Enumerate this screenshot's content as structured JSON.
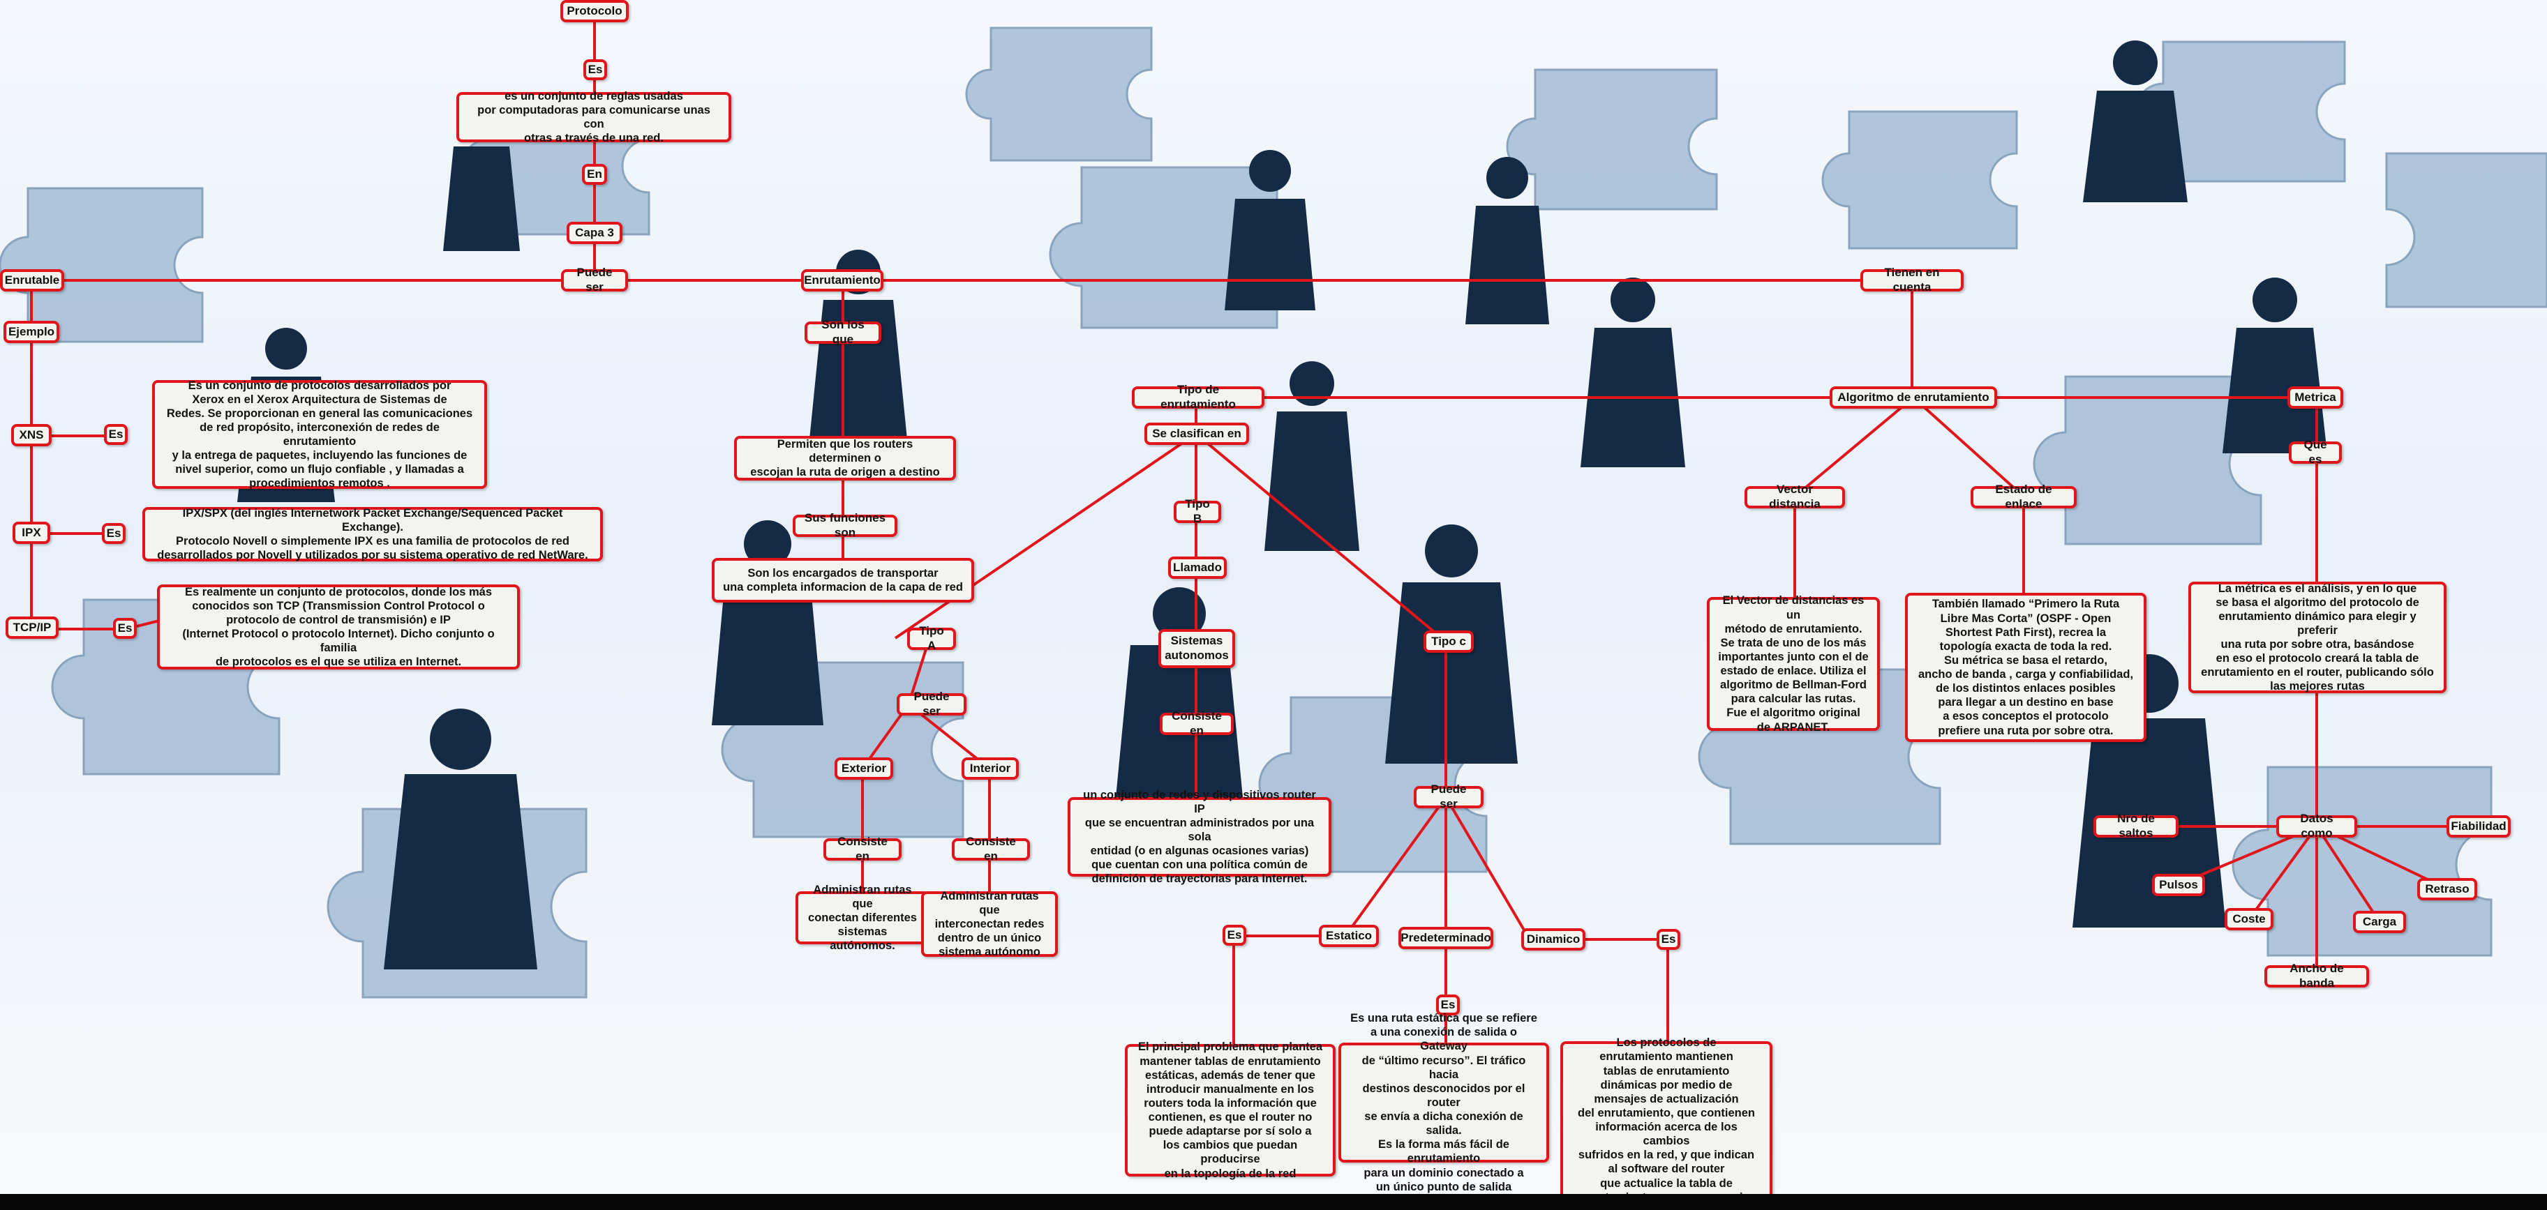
{
  "colors": {
    "accent": "#e0161c",
    "node_bg": "#f3f3ef",
    "silhouette": "#152a44",
    "puzzle": "#9db6cf"
  },
  "nodes": {
    "protocolo": "Protocolo",
    "es_top": "Es",
    "def_protocolo": "es un conjunto de reglas usadas\npor computadoras para comunicarse unas con\notras a través de una red.",
    "en": "En",
    "capa3": "Capa 3",
    "puede_ser": "Puede ser",
    "enrutable": "Enrutable",
    "enrutamiento": "Enrutamiento",
    "tienen_cuenta": "Tienen en cuenta",
    "ejemplo": "Ejemplo",
    "xns": "XNS",
    "es_xns": "Es",
    "def_xns": "Es un conjunto de protocolos desarrollados por\nXerox en el Xerox Arquitectura de Sistemas de\nRedes. Se proporcionan en general las comunicaciones\nde red propósito, interconexión de redes de enrutamiento\ny la entrega de paquetes, incluyendo las funciones de\nnivel superior, como un flujo confiable , y llamadas a\nprocedimientos remotos .",
    "ipx": "IPX",
    "es_ipx": "Es",
    "def_ipx": "IPX/SPX (del inglés Internetwork Packet Exchange/Sequenced Packet Exchange).\nProtocolo Novell o simplemente IPX es una familia de protocolos de red\ndesarrollados por Novell y utilizados por su sistema operativo de red NetWare.",
    "tcpip": "TCP/IP",
    "es_tcp": "Es",
    "def_tcp": "Es realmente un conjunto de protocolos, donde los más\nconocidos son TCP (Transmission Control Protocol o\nprotocolo de control de transmisión) e IP\n(Internet Protocol o protocolo Internet). Dicho conjunto o familia\nde protocolos es el que se utiliza en Internet.",
    "son_los_que": "Son los que",
    "def_routers": "Permiten que los routers determinen o\nescojan la ruta  de origen a destino",
    "sus_funciones": "Sus funciones son",
    "def_funciones": "Son los encargados de transportar\nuna completa informacion de la capa de red",
    "tipo_enrutamiento": "Tipo de enrutamiento",
    "se_clasifican": "Se clasifican en",
    "tipo_b": "Tipo B",
    "llamado": "Llamado",
    "sistemas_autonomos": "Sistemas\nautonomos",
    "consiste_b": "Consiste en",
    "def_b": "un conjunto de redes y dispositivos router IP\nque se encuentran administrados por una sola\nentidad (o en algunas ocasiones varias)\nque cuentan con una política común de\ndefinición de trayectorias para Internet.",
    "tipo_a": "Tipo A",
    "puede_ser_a": "Puede ser",
    "exterior": "Exterior",
    "interior": "Interior",
    "consiste_ext": "Consiste en",
    "consiste_int": "Consiste en",
    "def_ext": "Administran rutas que\nconectan diferentes\nsistemas autónomos.",
    "def_int": "Administran rutas que\ninterconectan redes\ndentro de un único\nsistema autónomo",
    "tipo_c": "Tipo c",
    "puede_ser_c": "Puede ser",
    "estatico": "Estatico",
    "predeterminado": "Predeterminado",
    "dinamico": "Dinamico",
    "es_est": "Es",
    "es_pred": "Es",
    "es_din": "Es",
    "def_est": "El principal problema que plantea\nmantener tablas de enrutamiento\nestáticas, además de tener que\nintroducir manualmente en los\nrouters toda la información que\ncontienen, es que el router no\npuede adaptarse por sí solo a\nlos cambios que puedan producirse\nen la topología de la red",
    "def_pred": "Es una ruta estática que se refiere\na una conexión de salida o Gateway\nde “último recurso”. El tráfico hacia\ndestinos desconocidos por el router\nse envía a dicha conexión de salida.\nEs la forma más fácil de enrutamiento\npara un dominio conectado a\nun único punto de salida",
    "def_din": "Los protocolos de\nenrutamiento mantienen\ntablas de enrutamiento\ndinámicas por medio de\nmensajes de actualización\ndel enrutamiento, que contienen\ninformación acerca de los cambios\nsufridos en la red, y que indican\nal software del router\nque actualice la tabla de\nenrutamiento en consecuencia.",
    "algoritmo": "Algoritmo de enrutamiento",
    "vector_distancia": "Vector distancia",
    "estado_enlace": "Estado de enlace",
    "def_vector": "El Vector de distancias es un\nmétodo de enrutamiento.\nSe trata de uno de los más\nimportantes junto con el de\nestado de enlace. Utiliza el\nalgoritmo de Bellman-Ford\npara calcular las rutas.\nFue el algoritmo original\nde ARPANET.",
    "def_estado": "También llamado “Primero la Ruta\nLibre Mas Corta” (OSPF - Open\nShortest Path First), recrea la\ntopología exacta de toda la red.\nSu métrica se basa el retardo,\nancho de banda , carga y confiabilidad,\nde los distintos enlaces posibles\npara llegar a un destino en base\na esos conceptos el protocolo\nprefiere una ruta por sobre otra.",
    "metrica": "Metrica",
    "que_es": "Que es",
    "def_metrica": "La métrica es el análisis, y en lo que\nse basa el algoritmo del protocolo de\nenrutamiento dinámico para elegir y preferir\nuna ruta por sobre otra, basándose\nen eso el protocolo creará la tabla de\nenrutamiento en el router, publicando sólo\nlas mejores rutas",
    "datos_como": "Datos como",
    "nro_saltos": "Nro de saltos",
    "fiabilidad": "Fiabilidad",
    "pulsos": "Pulsos",
    "retraso": "Retraso",
    "coste": "Coste",
    "carga": "Carga",
    "ancho_banda": "Ancho de banda"
  }
}
